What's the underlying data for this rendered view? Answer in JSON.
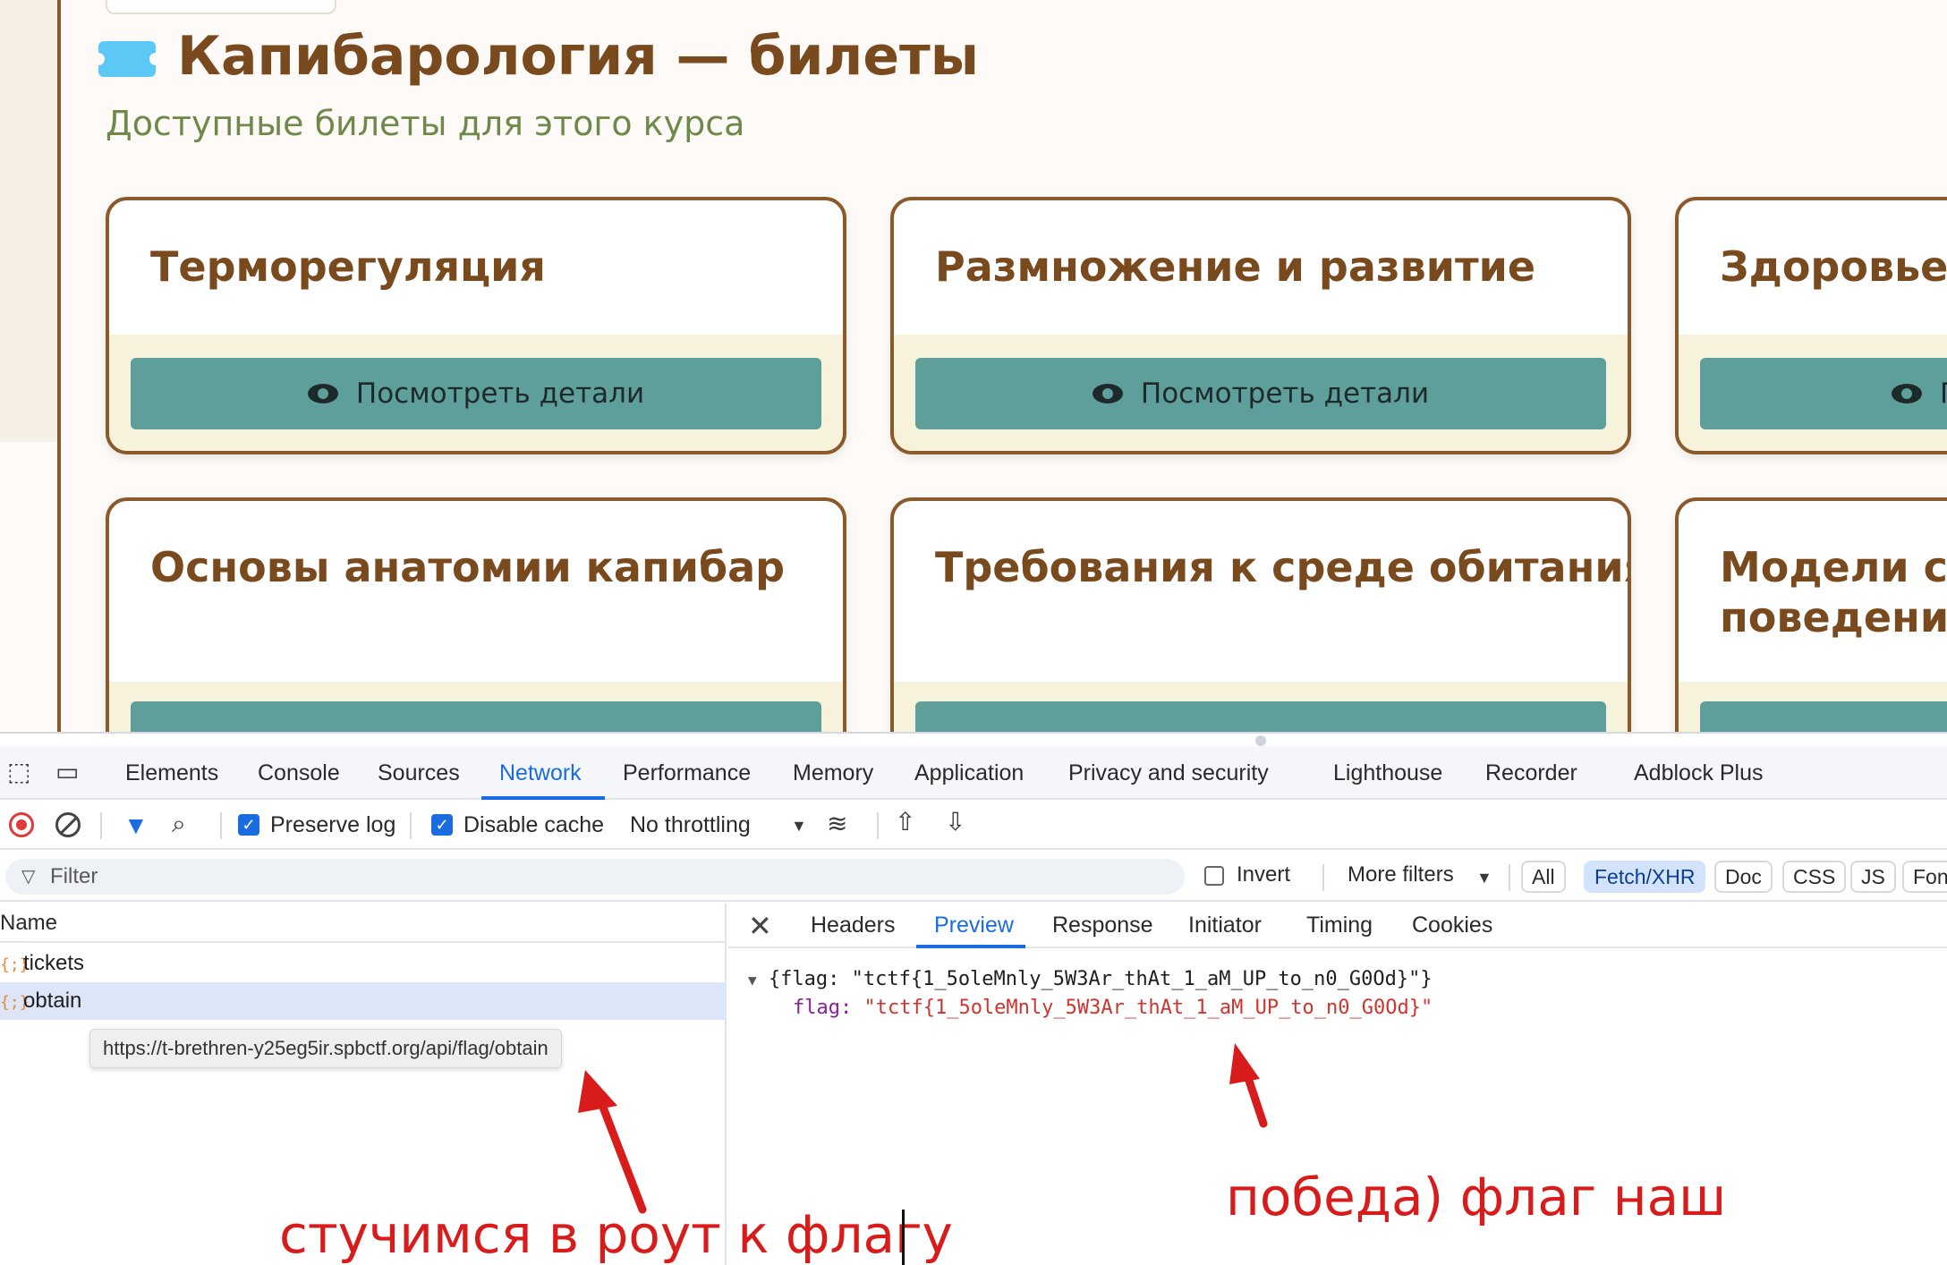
{
  "page": {
    "title": "Капибарология — билеты",
    "subtitle": "Доступные билеты для этого курса",
    "cards": [
      {
        "title": "Терморегуляция",
        "button": "Посмотреть детали"
      },
      {
        "title": "Размножение и развитие",
        "button": "Посмотреть детали"
      },
      {
        "title": "Здоровье и",
        "button": "П"
      },
      {
        "title": "Основы анатомии капибар"
      },
      {
        "title": "Требования к среде обитания"
      },
      {
        "title": "Модели со\nповедения"
      }
    ]
  },
  "devtools": {
    "tabs": [
      "Elements",
      "Console",
      "Sources",
      "Network",
      "Performance",
      "Memory",
      "Application",
      "Privacy and security",
      "Lighthouse",
      "Recorder",
      "Adblock Plus"
    ],
    "active_tab": "Network",
    "toolbar": {
      "preserve_log": "Preserve log",
      "disable_cache": "Disable cache",
      "throttling": "No throttling"
    },
    "filter": {
      "placeholder": "Filter",
      "invert": "Invert",
      "more_filters": "More filters",
      "types": [
        "All",
        "Fetch/XHR",
        "Doc",
        "CSS",
        "JS",
        "Fon"
      ],
      "active_type": "Fetch/XHR"
    },
    "requests": {
      "header": "Name",
      "rows": [
        "tickets",
        "obtain"
      ],
      "selected": "obtain",
      "tooltip": "https://t-brethren-y25eg5ir.spbctf.org/api/flag/obtain"
    },
    "detail": {
      "tabs": [
        "Headers",
        "Preview",
        "Response",
        "Initiator",
        "Timing",
        "Cookies"
      ],
      "active_tab": "Preview",
      "preview_summary": "{flag: \"tctf{1_5oleMnly_5W3Ar_thAt_1_aM_UP_to_n0_G0Od}\"}",
      "flag_key": "flag",
      "flag_value": "\"tctf{1_5oleMnly_5W3Ar_thAt_1_aM_UP_to_n0_G0Od}\""
    }
  },
  "annotations": {
    "left": "стучимся в роут к флагу",
    "right": "победа) флаг наш",
    "color": "#d81b1b"
  }
}
